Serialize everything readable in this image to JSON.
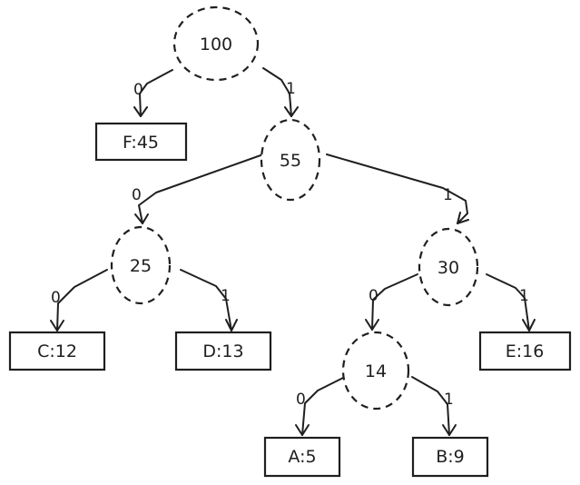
{
  "diagram": {
    "internal_nodes": {
      "root": "100",
      "n55": "55",
      "n25": "25",
      "n30": "30",
      "n14": "14"
    },
    "leaves": {
      "f": "F:45",
      "c": "C:12",
      "d": "D:13",
      "e": "E:16",
      "a": "A:5",
      "b": "B:9"
    },
    "edges": {
      "root_f": "0",
      "root_55": "1",
      "n55_25": "0",
      "n55_30": "1",
      "n25_c": "0",
      "n25_d": "1",
      "n30_14": "0",
      "n30_e": "1",
      "n14_a": "0",
      "n14_b": "1"
    }
  }
}
